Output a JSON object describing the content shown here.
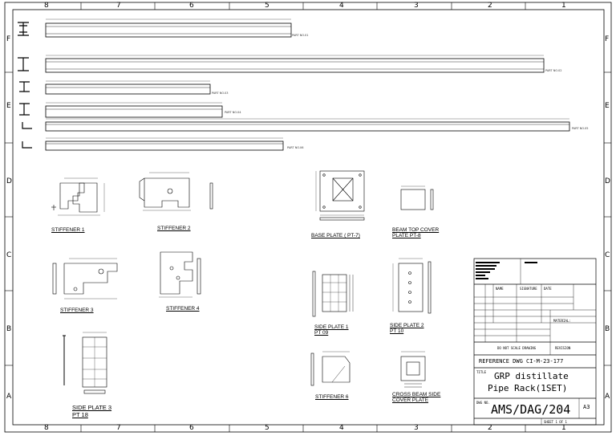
{
  "zones": {
    "columns": [
      "8",
      "7",
      "6",
      "5",
      "4",
      "3",
      "2",
      "1"
    ],
    "rows": [
      "F",
      "E",
      "D",
      "C",
      "B",
      "A"
    ]
  },
  "parts": {
    "p01": "PART NO.01",
    "p02": "PART NO.02",
    "p03": "PART NO.03",
    "p04": "PART NO.04",
    "p05": "PART NO.05",
    "p06": "PART NO.06"
  },
  "details": {
    "stiffener1": "STIFFENER 1",
    "stiffener2": "STIFFENER 2",
    "stiffener3": "STIFFENER 3",
    "stiffener4": "STIFFENER 4",
    "stiffener6": "STIFFENER 6",
    "base_plate": "BASE PLATE ( PT-7)",
    "beam_top_cover_1": "BEAM TOP COVER",
    "beam_top_cover_2": "PLATE PT-8",
    "side_plate1_1": "SIDE PLATE 1",
    "side_plate1_2": "PT 09",
    "side_plate2_1": "SIDE PLATE 2",
    "side_plate2_2": "PT 10",
    "side_plate3_1": "SIDE PLATE 3",
    "side_plate3_2": "PT 18",
    "cross_beam_1": "CROSS BEAM SIDE",
    "cross_beam_2": "COVER PLATE"
  },
  "title_block": {
    "reference": "REFERENCE DWG CI-M-23-177",
    "title_label": "TITLE",
    "title_line1": "GRP distillate",
    "title_line2": "Pipe Rack(1SET)",
    "dwg_label": "DWG NO.",
    "dwg_no": "AMS/DAG/204",
    "size": "A3",
    "scale": "DO NOT SCALE DRAWING",
    "revision": "REVISION",
    "sheet": "SHEET 1 OF 1",
    "name_col": "NAME",
    "sign_col": "SIGNATURE",
    "date_col": "DATE",
    "material": "MATERIAL:"
  }
}
